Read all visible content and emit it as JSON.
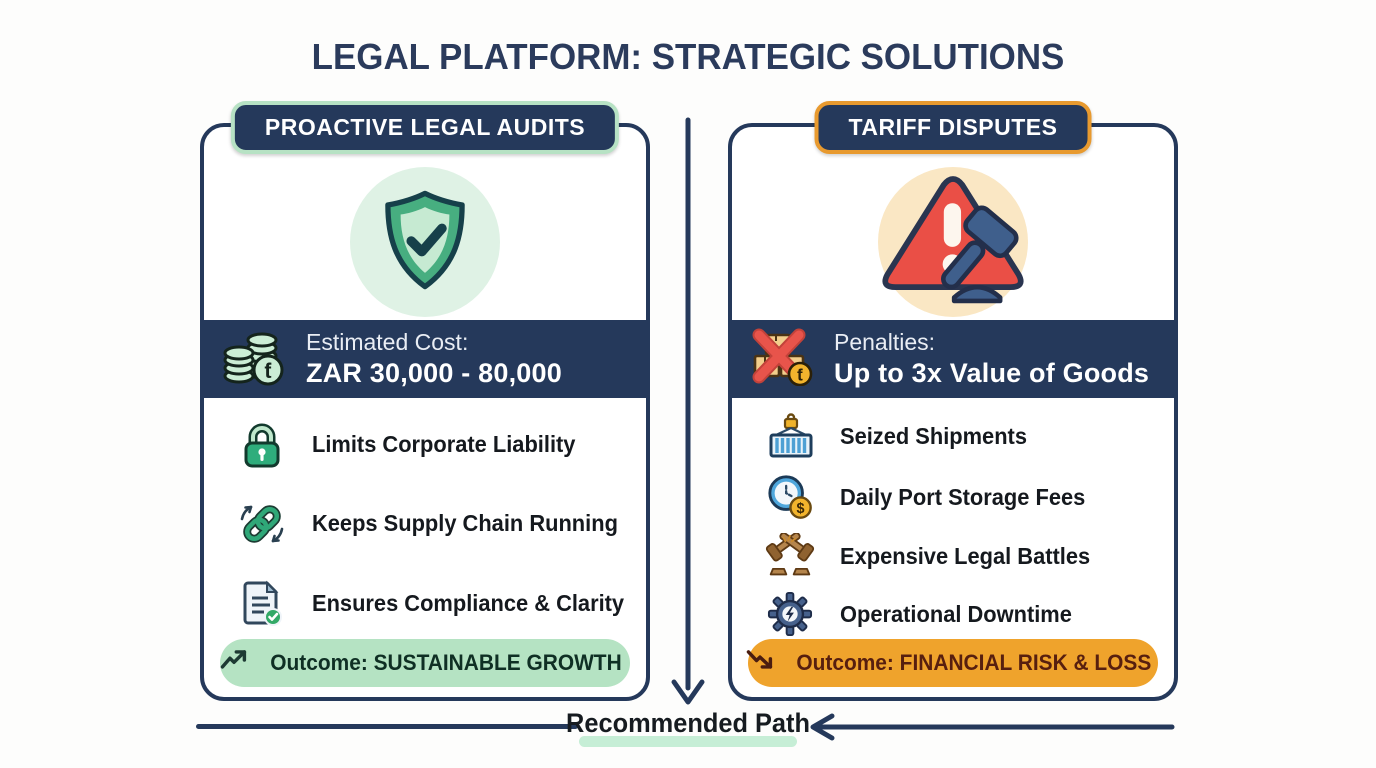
{
  "title": "LEGAL PLATFORM: STRATEGIC SOLUTIONS",
  "colors": {
    "navy": "#25395B",
    "green": "#41AC7D",
    "green_pale": "#DFF2E5",
    "green_pill": "#B5E3C3",
    "green_highlight": "#C6EED6",
    "orange": "#EBA22D",
    "orange_pale": "#FAE7C4",
    "red": "#E94C44",
    "gold": "#F0B32B"
  },
  "left_card": {
    "header": "PROACTIVE LEGAL AUDITS",
    "hero_icon": "shield-check-icon",
    "banner": {
      "icon": "rand-coins-icon",
      "label": "Estimated Cost:",
      "value": "ZAR 30,000 - 80,000"
    },
    "items": [
      {
        "icon": "padlock-icon",
        "label": "Limits Corporate Liability"
      },
      {
        "icon": "supply-chain-icon",
        "label": "Keeps Supply Chain Running"
      },
      {
        "icon": "document-check-icon",
        "label": "Ensures Compliance & Clarity"
      }
    ],
    "outcome": {
      "icon": "trend-up-icon",
      "label": "Outcome: SUSTAINABLE GROWTH"
    }
  },
  "right_card": {
    "header": "TARIFF DISPUTES",
    "hero_icon": "warning-gavel-icon",
    "banner": {
      "icon": "seized-boxes-icon",
      "label": "Penalties:",
      "value": "Up to 3x Value of Goods"
    },
    "items": [
      {
        "icon": "container-icon",
        "label": "Seized Shipments"
      },
      {
        "icon": "clock-fees-icon",
        "label": "Daily Port Storage Fees"
      },
      {
        "icon": "crossed-gavels-icon",
        "label": "Expensive Legal Battles"
      },
      {
        "icon": "gear-bolt-icon",
        "label": "Operational Downtime"
      }
    ],
    "outcome": {
      "icon": "trend-down-icon",
      "label": "Outcome: FINANCIAL RISK & LOSS"
    }
  },
  "footer": {
    "label": "Recommended Path"
  }
}
